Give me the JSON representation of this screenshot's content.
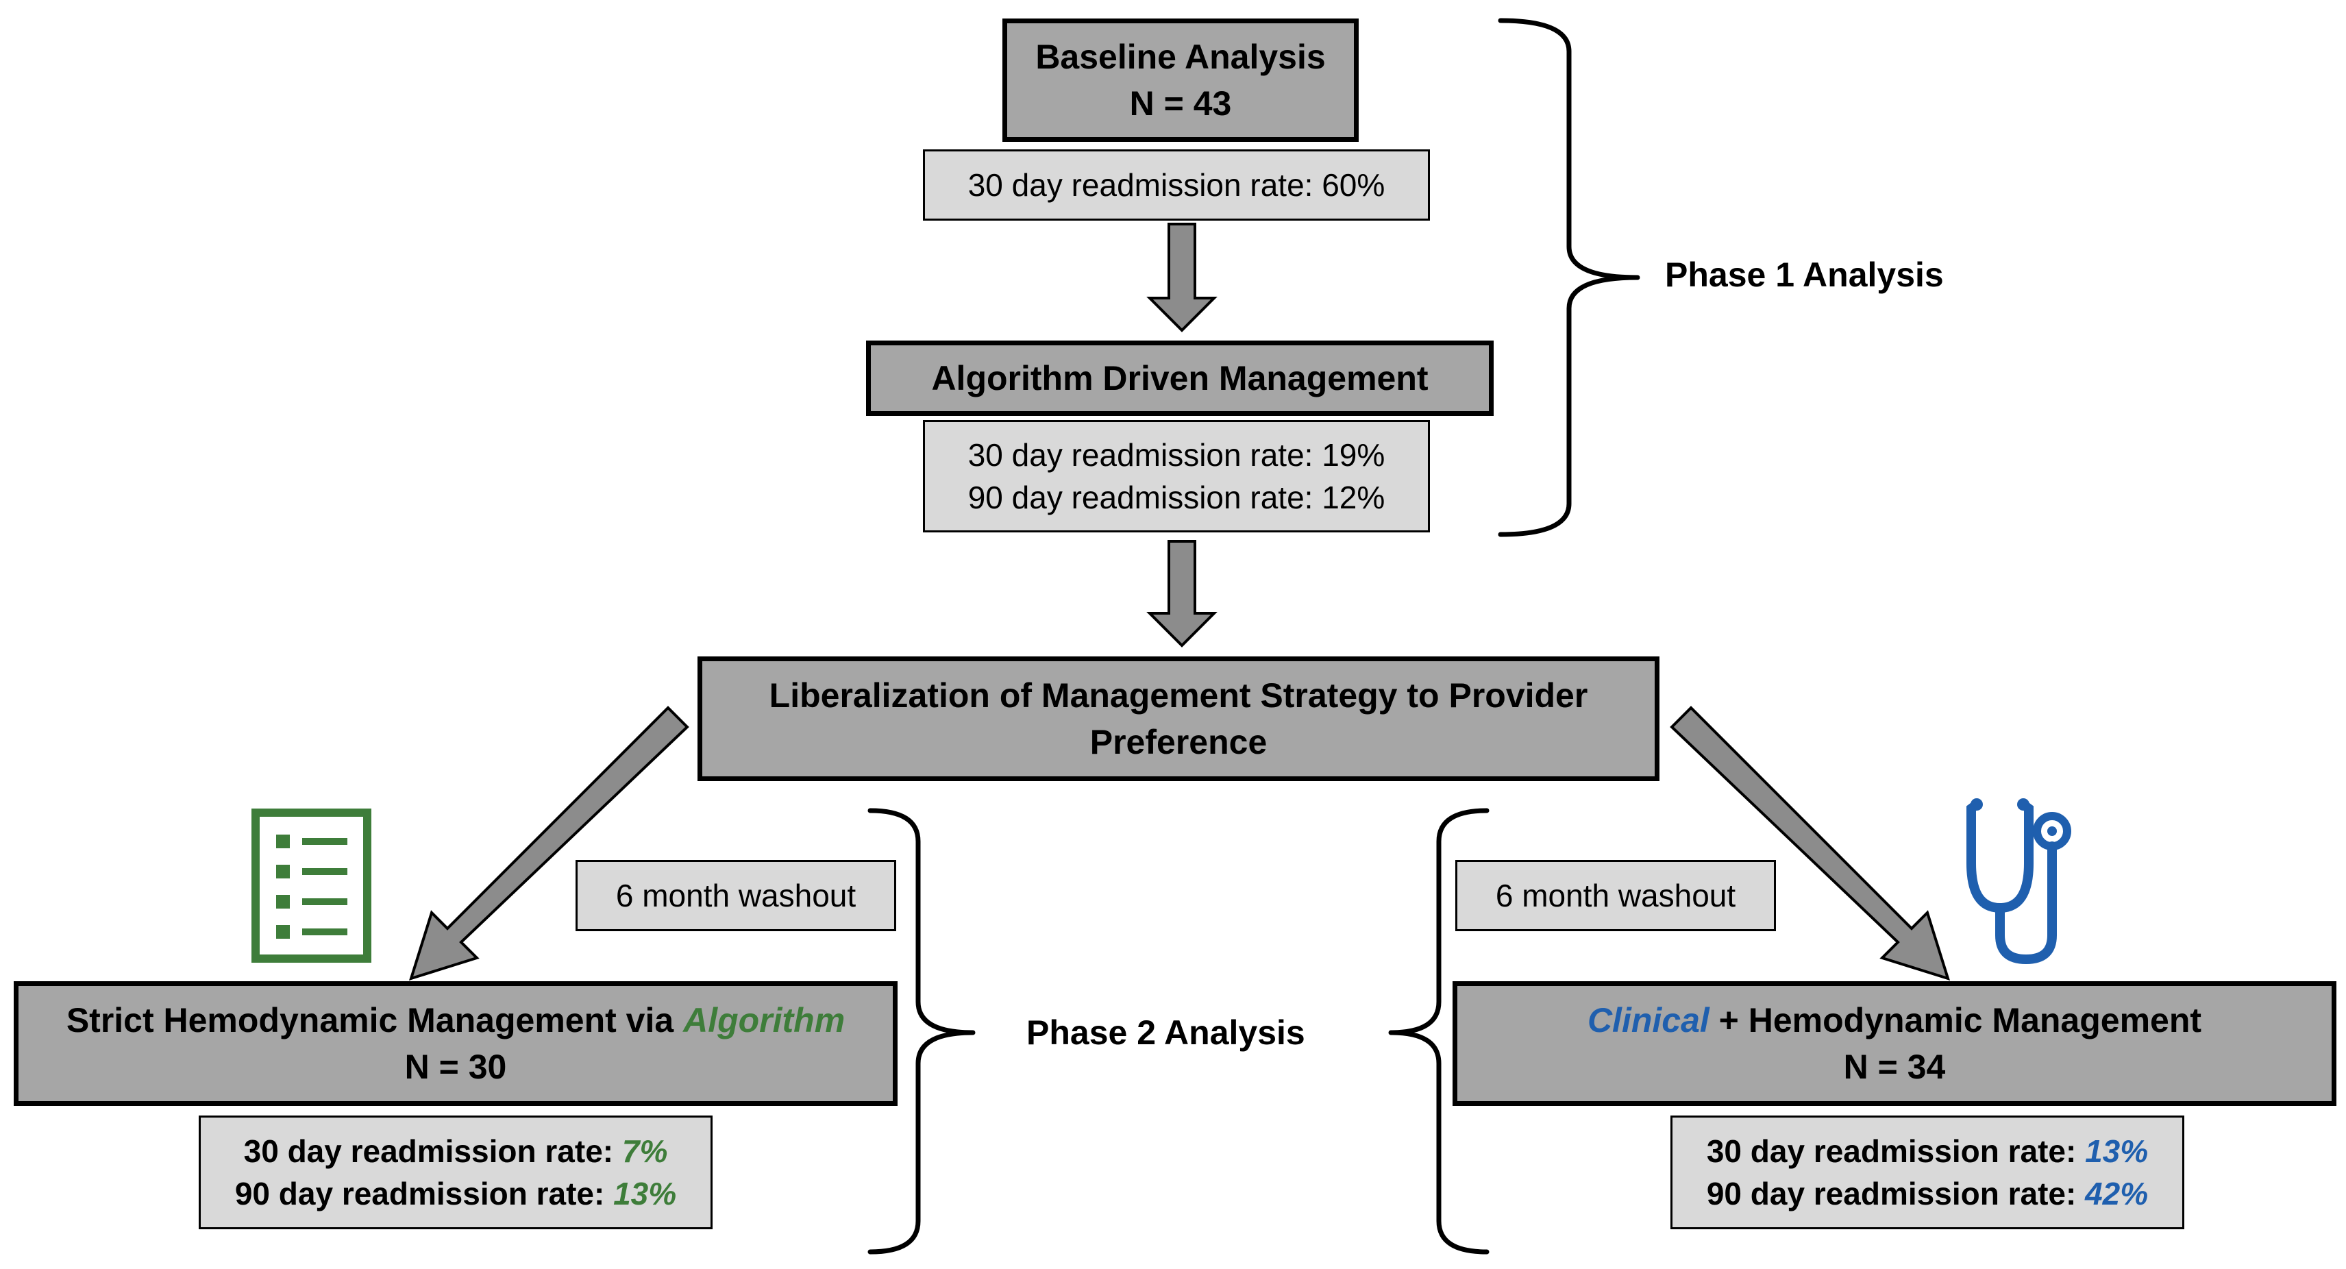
{
  "baseline": {
    "title": "Baseline Analysis",
    "n": "N = 43",
    "rate30": "30 day readmission rate: 60%"
  },
  "algorithm_mgmt": {
    "title": "Algorithm Driven Management",
    "rate30": "30 day readmission rate: 19%",
    "rate90": "90 day readmission rate: 12%"
  },
  "phase1_label": "Phase 1 Analysis",
  "liberalization": {
    "line1": "Liberalization of Management Strategy to Provider",
    "line2": "Preference"
  },
  "washout_left": "6 month washout",
  "washout_right": "6 month washout",
  "phase2_label": "Phase 2 Analysis",
  "strict": {
    "title_prefix": "Strict Hemodynamic Management via ",
    "title_highlight": "Algorithm",
    "n": "N = 30",
    "rate30_label": "30 day readmission rate: ",
    "rate30_value": "7%",
    "rate90_label": "90 day readmission rate: ",
    "rate90_value": "13%"
  },
  "clinical": {
    "title_highlight": "Clinical",
    "title_suffix": " + Hemodynamic Management",
    "n": "N = 34",
    "rate30_label": "30 day readmission rate: ",
    "rate30_value": "13%",
    "rate90_label": "90 day readmission rate: ",
    "rate90_value": "42%"
  },
  "colors": {
    "algorithm_green": "#3e7d3a",
    "clinical_blue": "#1f5fae",
    "dark_box": "#a6a6a6",
    "light_box": "#d9d9d9"
  },
  "icons": {
    "left": "checklist-icon",
    "right": "stethoscope-icon"
  }
}
